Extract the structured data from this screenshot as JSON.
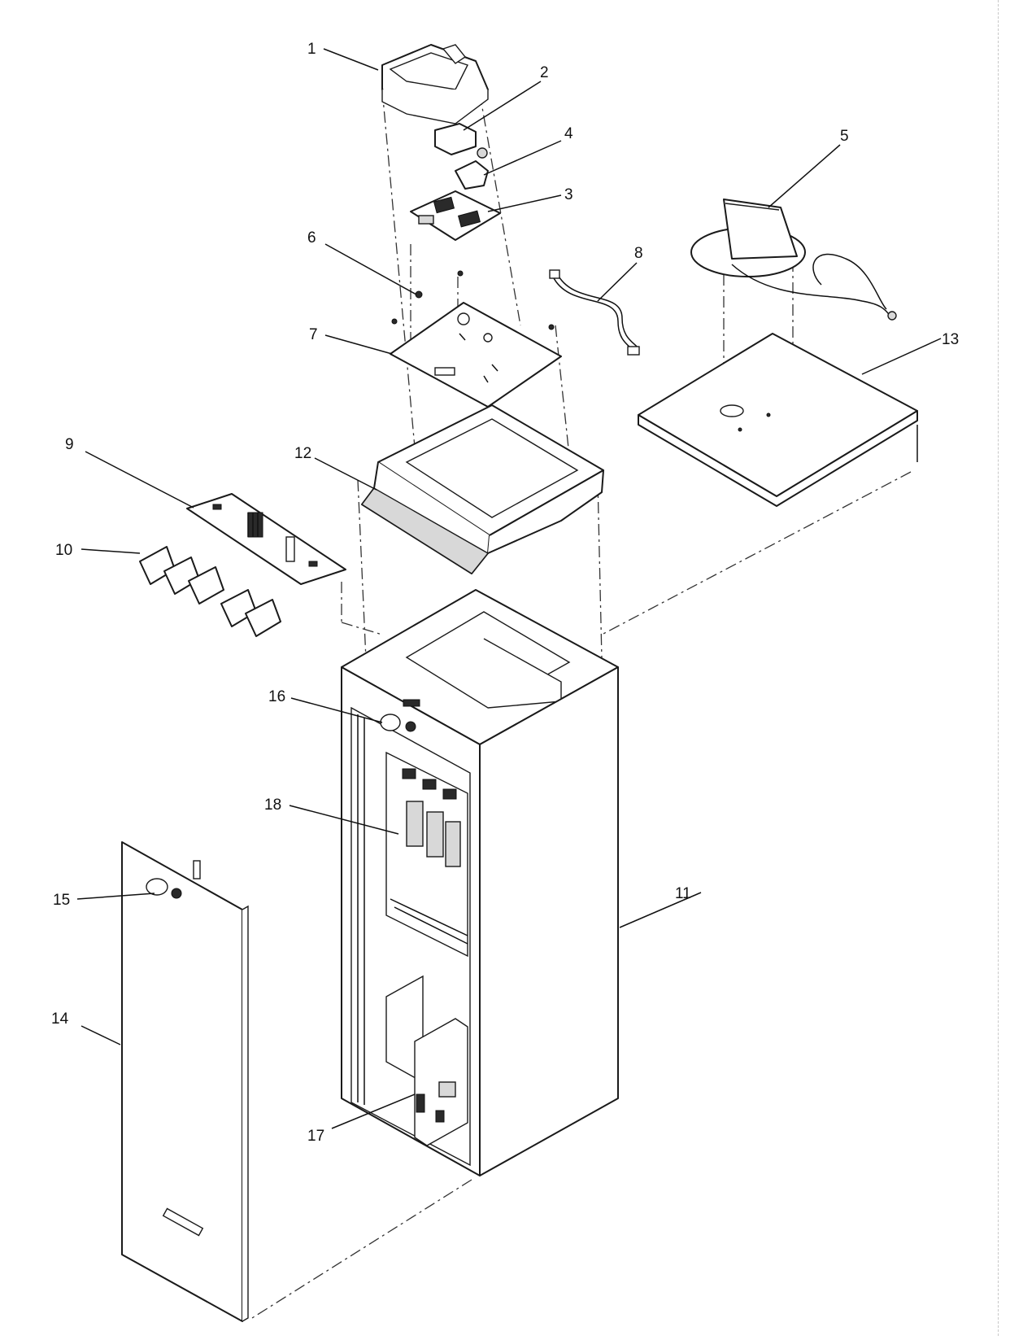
{
  "callouts": [
    {
      "id": "c1",
      "label": "1"
    },
    {
      "id": "c2",
      "label": "2"
    },
    {
      "id": "c3",
      "label": "3"
    },
    {
      "id": "c4",
      "label": "4"
    },
    {
      "id": "c5",
      "label": "5"
    },
    {
      "id": "c6",
      "label": "6"
    },
    {
      "id": "c7",
      "label": "7"
    },
    {
      "id": "c8",
      "label": "8"
    },
    {
      "id": "c9",
      "label": "9"
    },
    {
      "id": "c10",
      "label": "10"
    },
    {
      "id": "c11",
      "label": "11"
    },
    {
      "id": "c12",
      "label": "12"
    },
    {
      "id": "c13",
      "label": "13"
    },
    {
      "id": "c14",
      "label": "14"
    },
    {
      "id": "c15",
      "label": "15"
    },
    {
      "id": "c16",
      "label": "16"
    },
    {
      "id": "c17",
      "label": "17"
    },
    {
      "id": "c18",
      "label": "18"
    }
  ],
  "colors": {
    "line": "#1a1a1a",
    "background": "#ffffff"
  }
}
